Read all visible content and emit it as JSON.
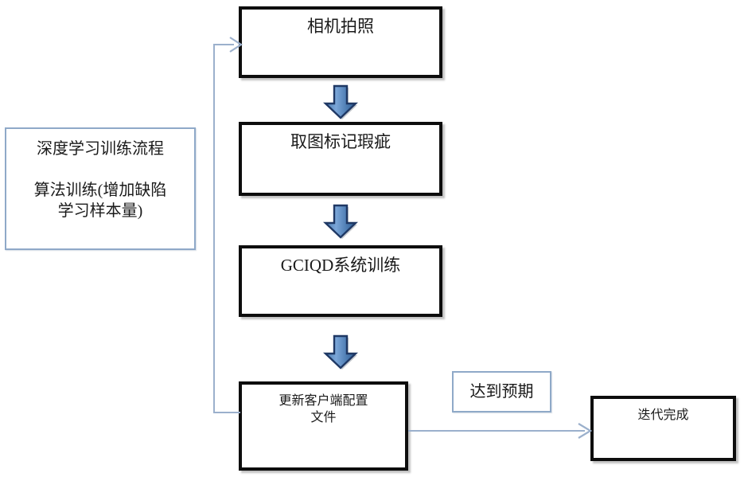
{
  "diagram": {
    "title": "深度学习训练流程",
    "info_panel": {
      "line1": "深度学习训练流程",
      "line2": "算法训练(增加缺陷\n学习样本量)"
    },
    "nodes": [
      {
        "id": "camera",
        "label": "相机拍照"
      },
      {
        "id": "mark",
        "label": "取图标记瑕疵"
      },
      {
        "id": "train",
        "label": "GCIQD系统训练"
      },
      {
        "id": "update",
        "label": "更新客户端配置\n文件"
      },
      {
        "id": "expect",
        "label": "达到预期"
      },
      {
        "id": "done",
        "label": "迭代完成"
      }
    ],
    "colors": {
      "box_border": "#0d0d0d",
      "thin_border": "#8fa9c8",
      "arrow_fill_light": "#7aa3d2",
      "arrow_fill_dark": "#2f5f95",
      "arrow_outline": "#1f3864",
      "connector_line": "#9bb0cc",
      "text": "#1a1a1a",
      "background": "#ffffff"
    }
  }
}
